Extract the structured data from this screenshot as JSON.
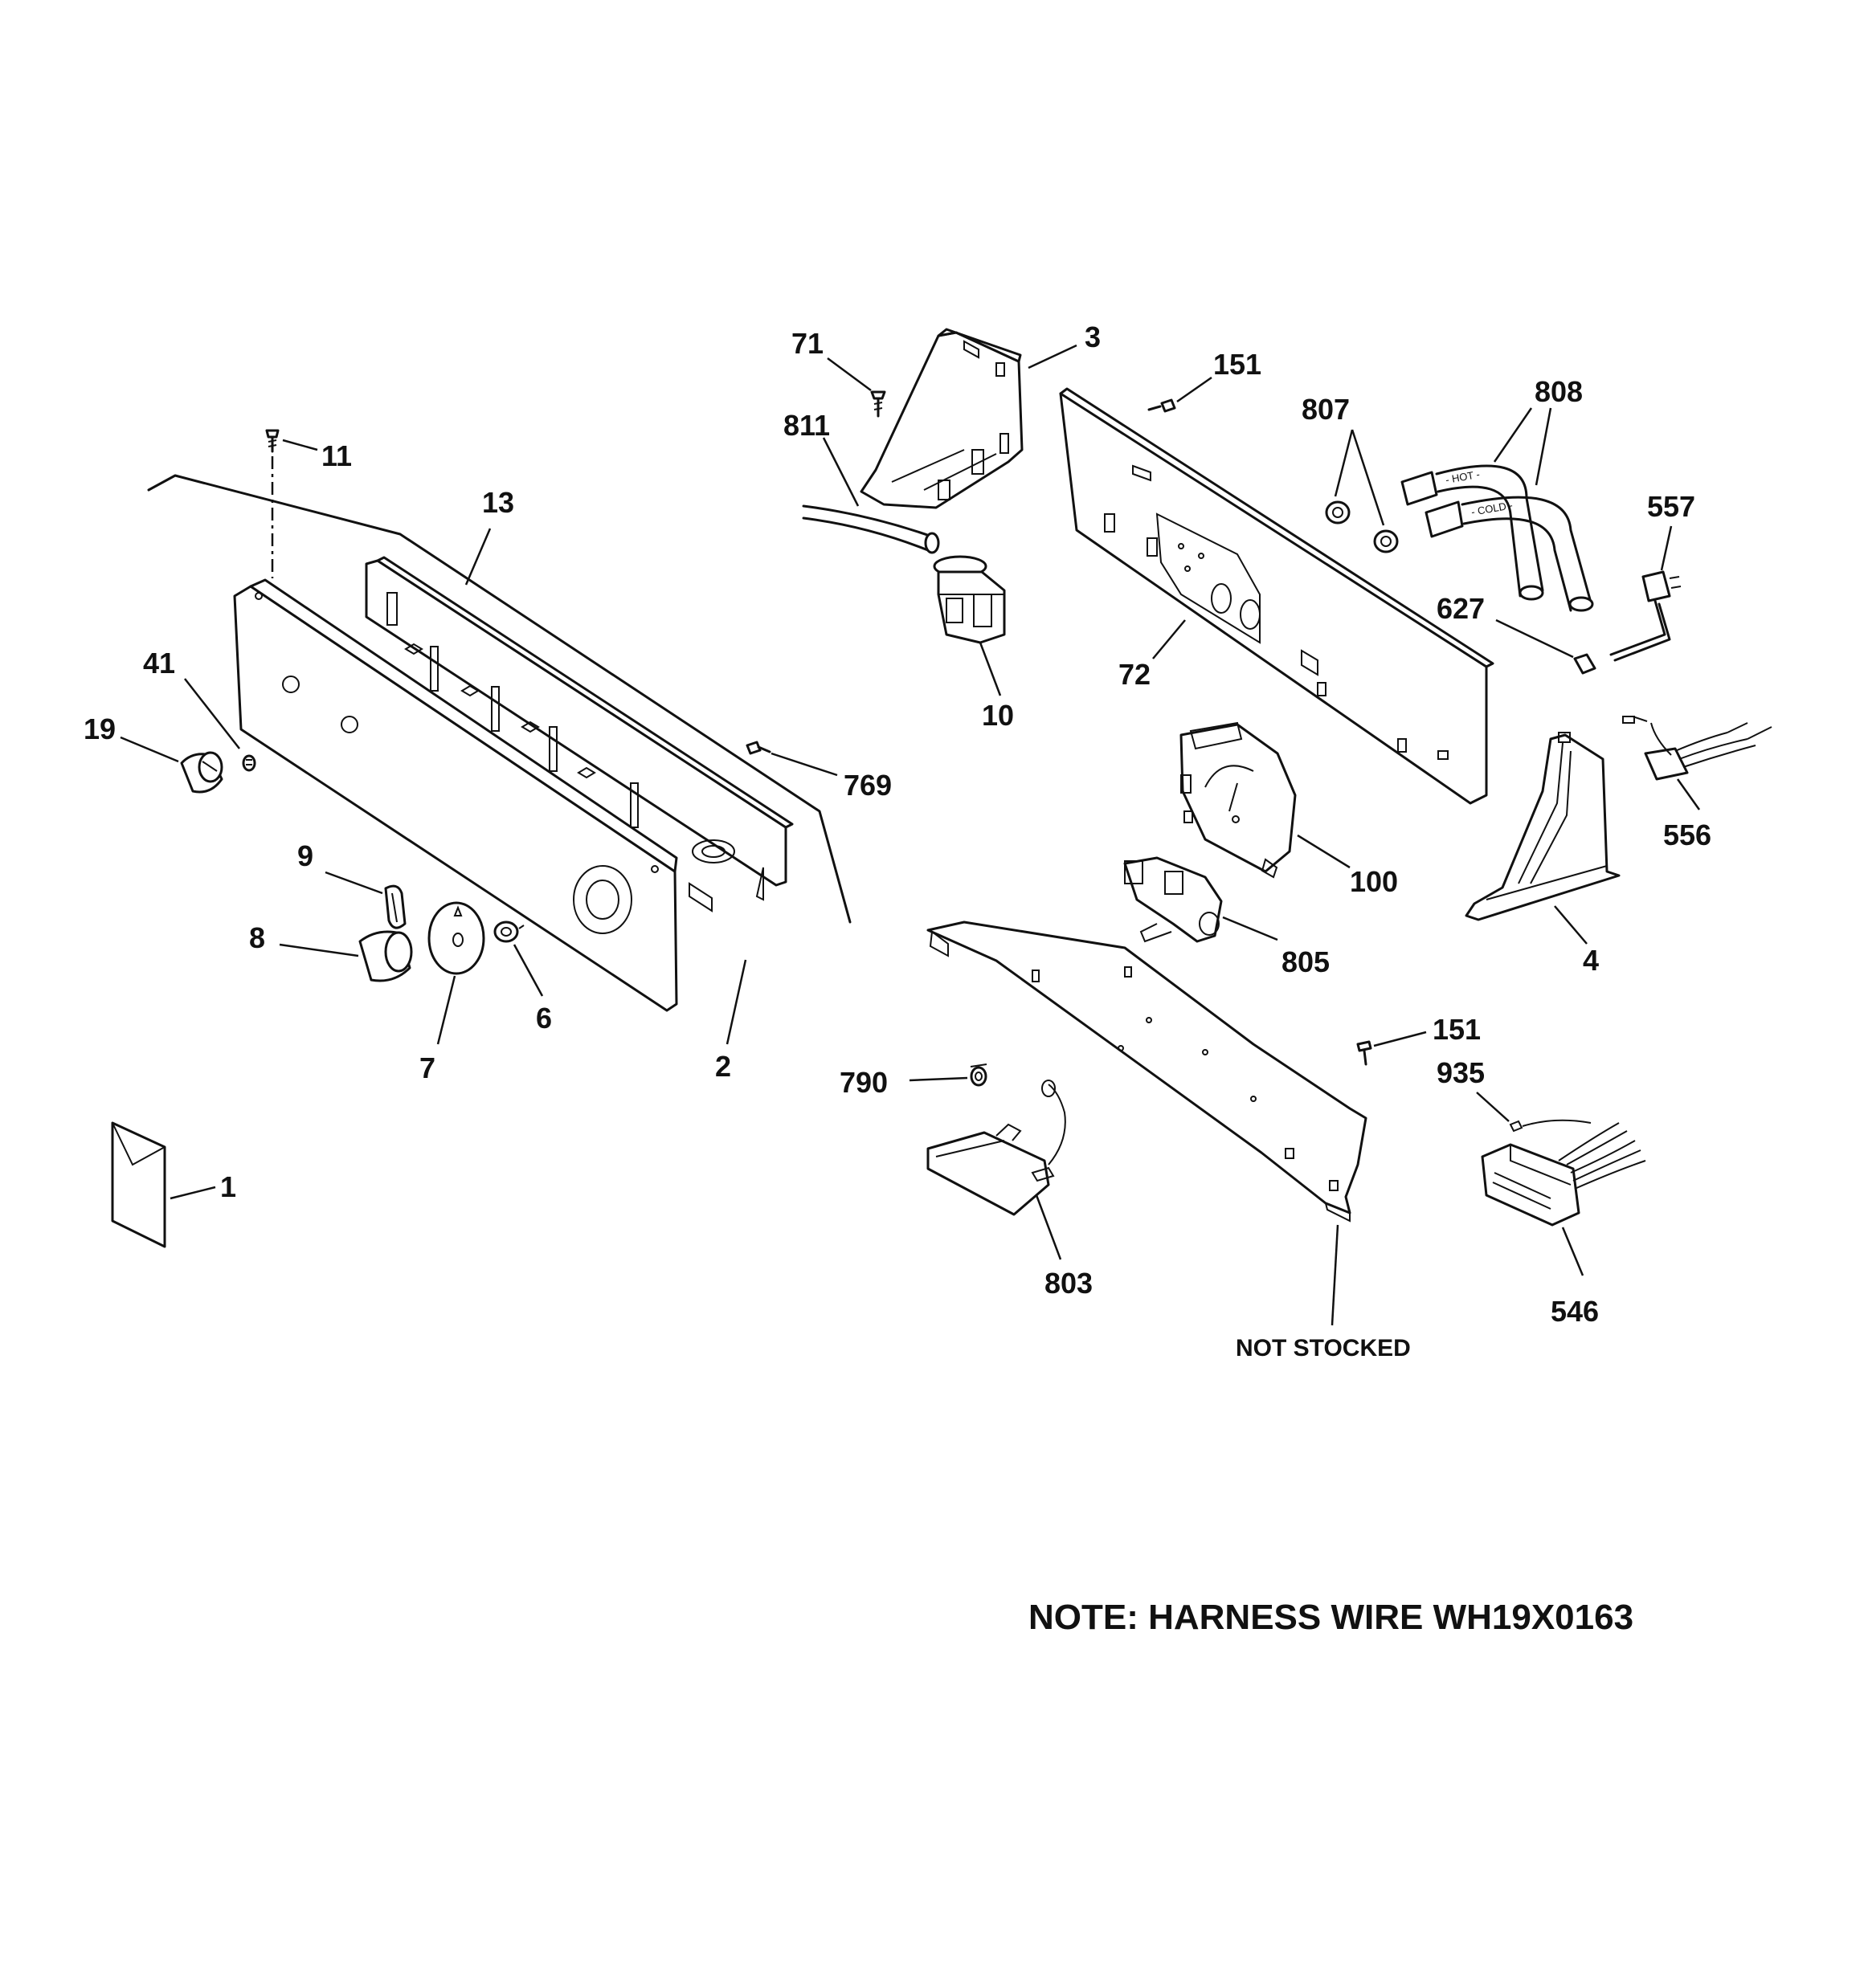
{
  "labels": {
    "l1": "1",
    "l2": "2",
    "l3": "3",
    "l4": "4",
    "l6": "6",
    "l7": "7",
    "l8": "8",
    "l9": "9",
    "l10": "10",
    "l11": "11",
    "l13": "13",
    "l19": "19",
    "l41": "41",
    "l71": "71",
    "l72": "72",
    "l100": "100",
    "l151a": "151",
    "l151b": "151",
    "l546": "546",
    "l556": "556",
    "l557": "557",
    "l627": "627",
    "l769": "769",
    "l790": "790",
    "l803": "803",
    "l805": "805",
    "l807": "807",
    "l808": "808",
    "l811": "811",
    "l935": "935"
  },
  "hose_labels": {
    "hot": "- HOT -",
    "cold": "- COLD -"
  },
  "not_stocked": "NOT STOCKED",
  "note": "NOTE: HARNESS WIRE WH19X0163"
}
